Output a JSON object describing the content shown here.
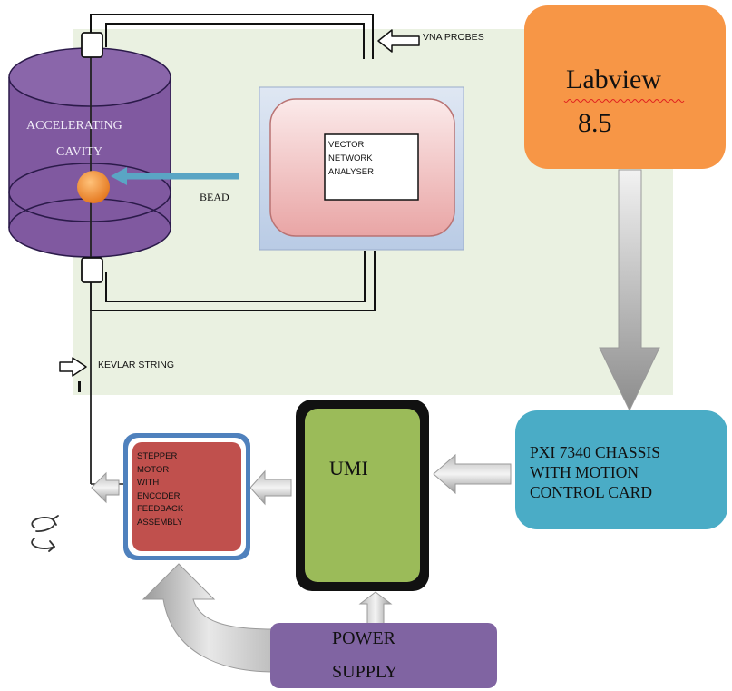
{
  "cavity": {
    "line1": "ACCELERATING",
    "line2": "CAVITY"
  },
  "bead_label": "BEAD",
  "vna_probes_label": "VNA PROBES",
  "vna": {
    "line1": "VECTOR",
    "line2": "NETWORK",
    "line3": "ANALYSER"
  },
  "labview": {
    "line1": "Labview",
    "line2": "8.5"
  },
  "kevlar_label": "KEVLAR STRING",
  "pxi": {
    "line1": "PXI 7340 CHASSIS",
    "line2": "WITH MOTION",
    "line3": "CONTROL CARD"
  },
  "umi_label": "UMI",
  "motor": {
    "line1": "STEPPER",
    "line2": "MOTOR",
    "line3": "WITH",
    "line4": "ENCODER",
    "line5": "FEEDBACK",
    "line6": "ASSEMBLY"
  },
  "power": {
    "line1": "POWER",
    "line2": "SUPPLY"
  },
  "colors": {
    "panel_bg": "#eaf1e1",
    "cavity": "#8059a0",
    "bead": "#f08a2a",
    "labview": "#f79646",
    "pxi": "#4aacc6",
    "umi": "#9bbb59",
    "motor": "#c0504d",
    "motor_frame": "#4f81bd",
    "power": "#8064a2"
  }
}
